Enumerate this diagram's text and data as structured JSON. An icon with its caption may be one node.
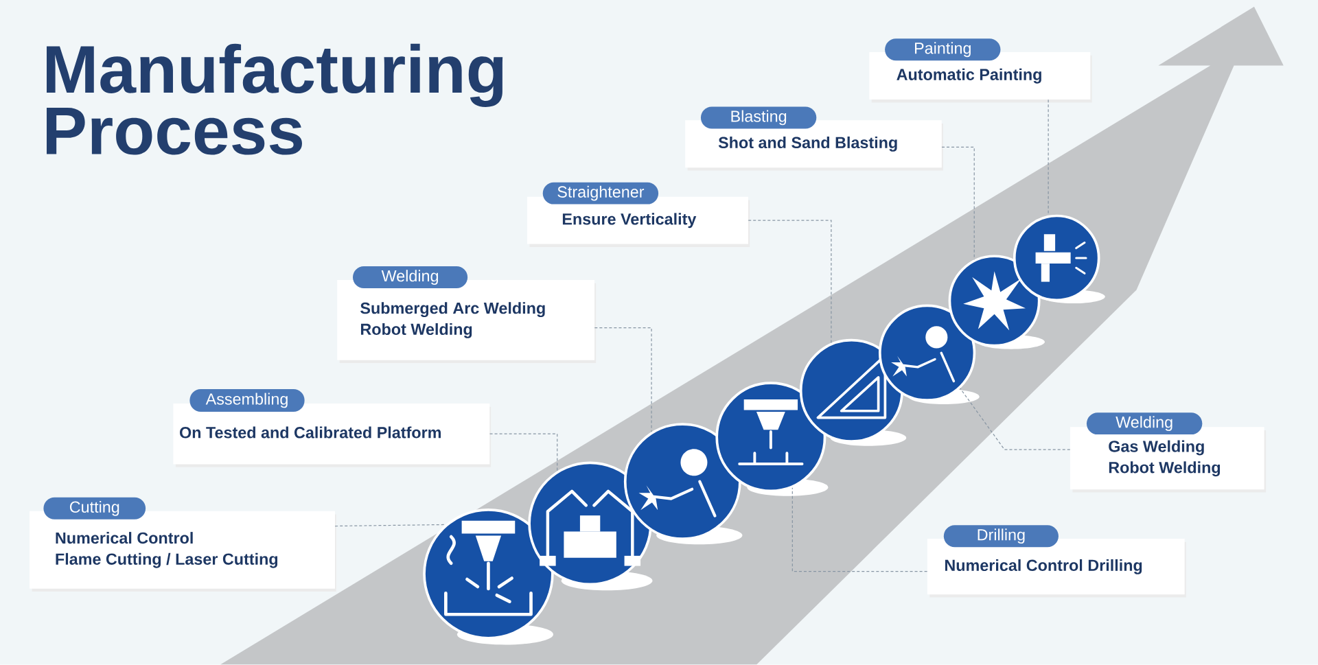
{
  "diagram": {
    "title": "Manufacturing Process",
    "nodes": [
      {
        "text": [
          "Cutting",
          "Numerical Control",
          "Flame Cutting / Laser Cutting"
        ]
      },
      {
        "text": [
          "Assembling",
          "On Tested and Calibrated Platform"
        ]
      },
      {
        "text": [
          "Welding",
          "Submerged Arc Welding",
          "Robot Welding"
        ]
      },
      {
        "text": [
          "Straightener",
          "Ensure Verticality"
        ]
      },
      {
        "text": [
          "Drilling",
          "Numerical Control Drilling"
        ]
      },
      {
        "text": [
          "Welding",
          "Gas Welding",
          "Robot Welding"
        ]
      },
      {
        "text": [
          "Blasting",
          "Shot and Sand Blasting"
        ]
      },
      {
        "text": [
          "Painting",
          "Automatic Painting"
        ]
      },
      {
        "text": [],
        "shape": "circle"
      },
      {
        "text": [],
        "shape": "circle"
      },
      {
        "text": [],
        "shape": "circle"
      },
      {
        "text": [],
        "shape": "circle"
      },
      {
        "text": [],
        "shape": "circle"
      },
      {
        "text": [],
        "shape": "circle"
      },
      {
        "text": [],
        "shape": "circle"
      },
      {
        "text": [],
        "shape": "circle"
      }
    ],
    "edges": [
      {
        "from": 0,
        "to": 8,
        "arrow": "none",
        "style": "dashed"
      },
      {
        "from": 1,
        "to": 9,
        "arrow": "none",
        "style": "dashed"
      },
      {
        "from": 2,
        "to": 10,
        "arrow": "none",
        "style": "dashed"
      },
      {
        "from": 3,
        "to": 12,
        "arrow": "none",
        "style": "dashed"
      },
      {
        "from": 4,
        "to": 11,
        "arrow": "none",
        "style": "dashed"
      },
      {
        "from": 5,
        "to": 13,
        "arrow": "none",
        "style": "dashed"
      },
      {
        "from": 6,
        "to": 14,
        "arrow": "none",
        "style": "dashed"
      },
      {
        "from": 7,
        "to": 15,
        "arrow": "none",
        "style": "dashed"
      }
    ]
  }
}
